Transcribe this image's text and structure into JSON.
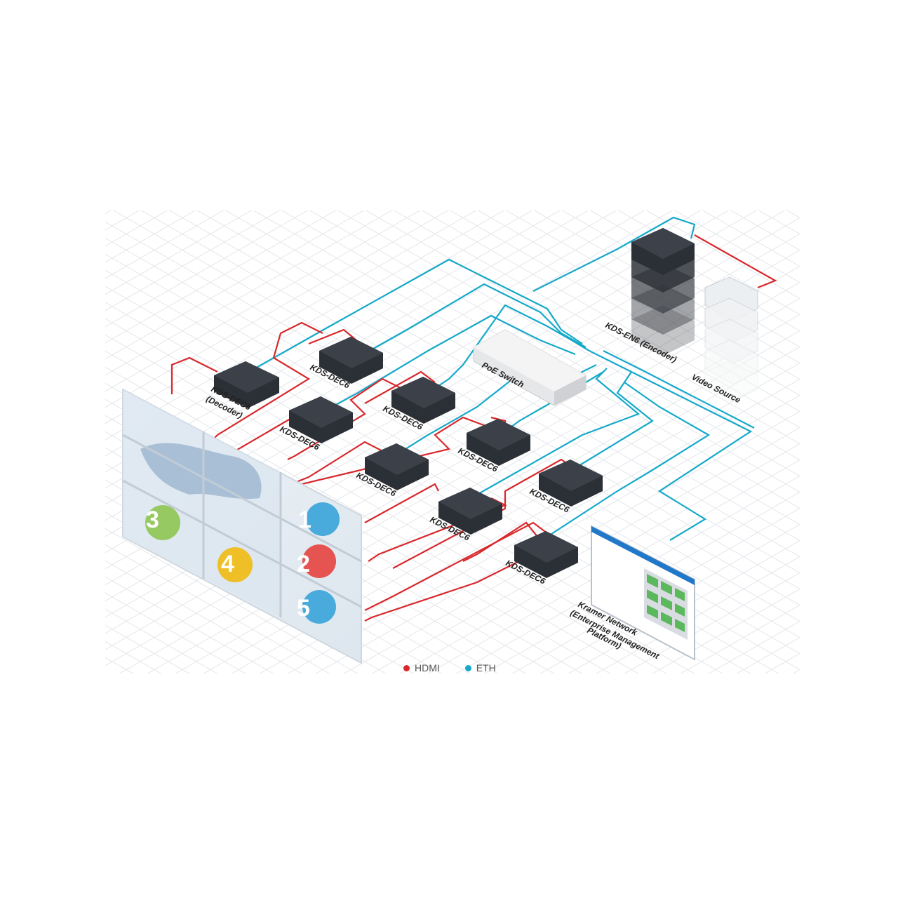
{
  "colors": {
    "hdmi": "#d8282c",
    "eth": "#15a9c9",
    "device": "#2b2f36",
    "grid": "#e3e6ea"
  },
  "labels": {
    "encoder": "KDS-EN6 (Encoder)",
    "video_source": "Video Source",
    "poe_switch": "PoE Switch",
    "decoder_first_line1": "KDS-DEC6",
    "decoder_first_line2": "(Decoder)",
    "decoder": "KDS-DEC6",
    "kramer_line1": "Kramer Network",
    "kramer_line2": "(Enterprise Management",
    "kramer_line3": "Platform)"
  },
  "videowall_numbers": [
    "1",
    "2",
    "3",
    "4",
    "5"
  ],
  "legend": [
    {
      "label": "HDMI",
      "color": "#d8282c"
    },
    {
      "label": "ETH",
      "color": "#15a9c9"
    }
  ]
}
